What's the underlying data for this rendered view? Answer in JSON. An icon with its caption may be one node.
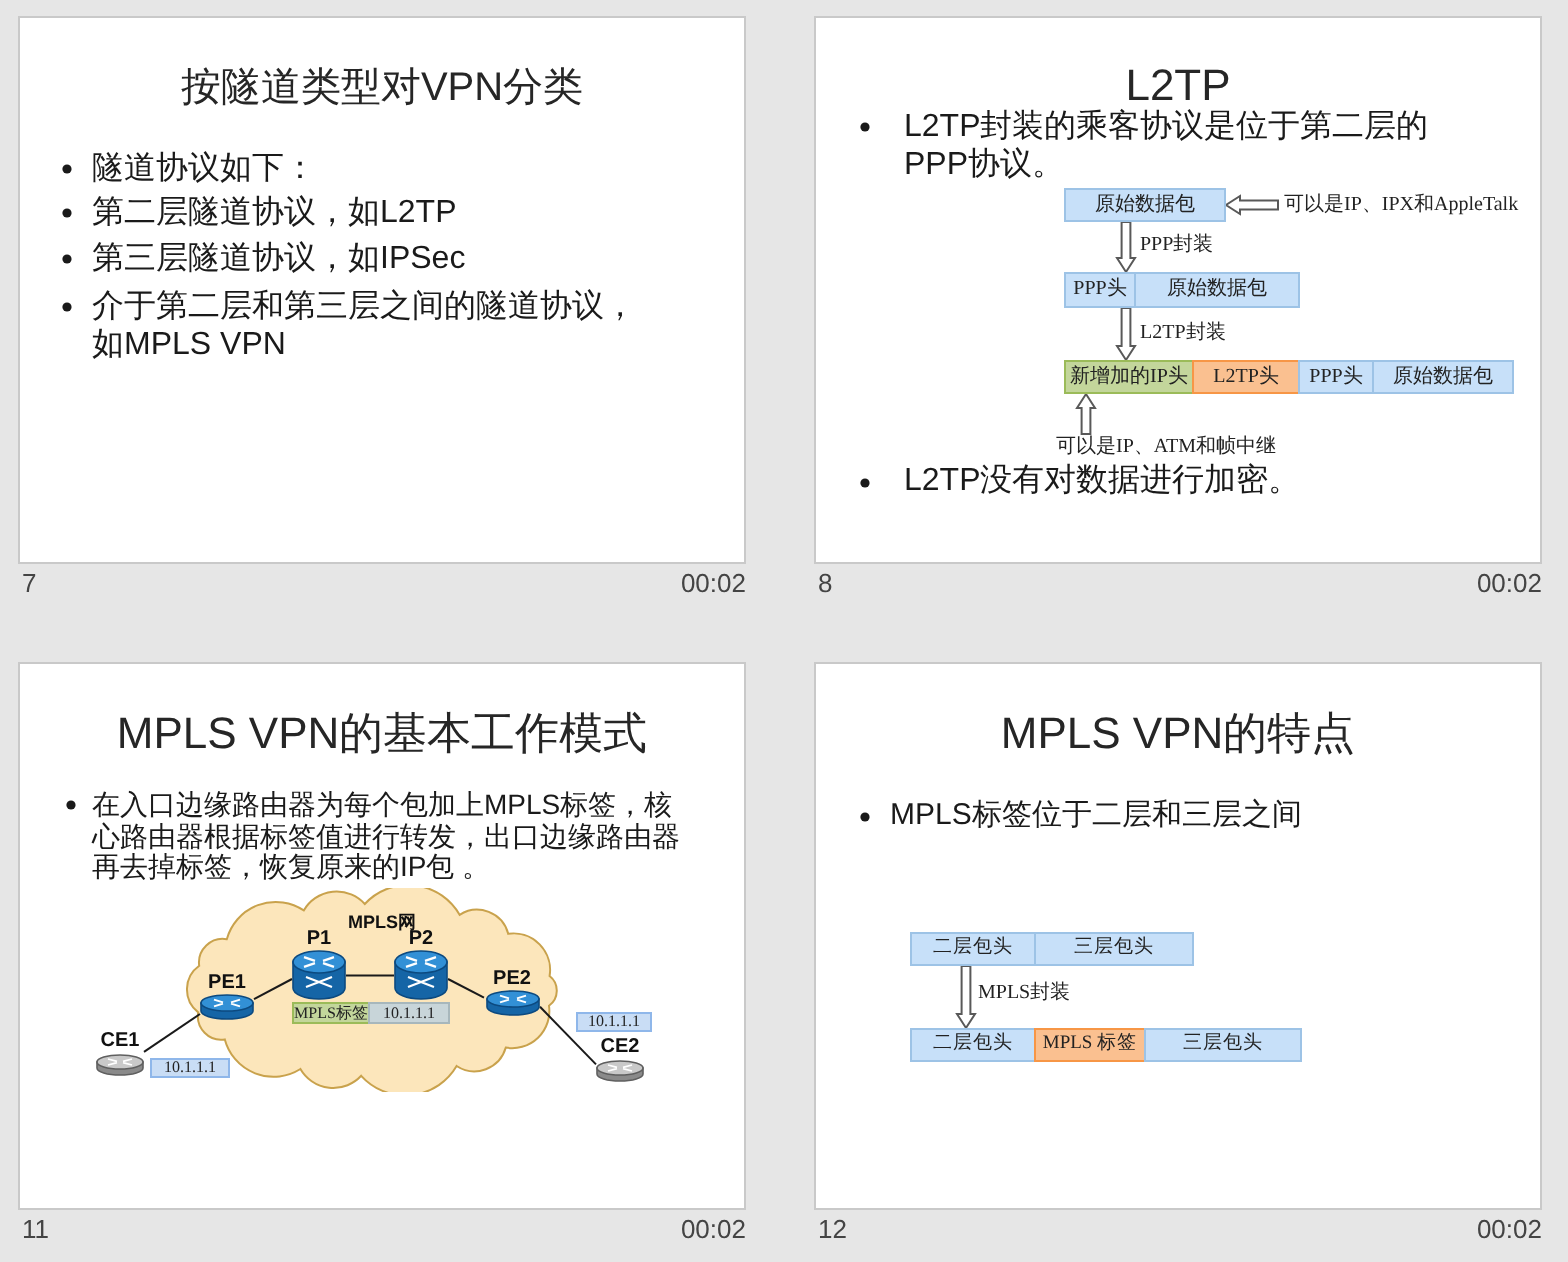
{
  "diagram": {
    "nodes": [
      {
        "text": [
          "按隧道类型对VPN分类",
          "隧道协议如下：",
          "第二层隧道协议，如L2TP",
          "第三层隧道协议，如IPSec",
          "介于第二层和第三层之间的隧道协议，如MPLS VPN"
        ],
        "beside": [
          "7",
          "00:02"
        ]
      },
      {
        "text": [
          "L2TP",
          "L2TP封装的乘客协议是位于第二层的PPP协议。",
          "L2TP没有对数据进行加密。"
        ],
        "beside": [
          "8",
          "00:02"
        ]
      },
      {
        "text": [
          "原始数据包"
        ],
        "in": 1
      },
      {
        "text": [
          "可以是IP、IPX和AppleTalk"
        ],
        "in": 1
      },
      {
        "text": [
          "PPP头"
        ],
        "in": 1
      },
      {
        "text": [
          "原始数据包"
        ],
        "in": 1
      },
      {
        "text": [
          "新增加的IP头"
        ],
        "in": 1
      },
      {
        "text": [
          "L2TP头"
        ],
        "in": 1
      },
      {
        "text": [
          "PPP头"
        ],
        "in": 1
      },
      {
        "text": [
          "原始数据包"
        ],
        "in": 1
      },
      {
        "text": [
          "可以是IP、ATM和帧中继"
        ],
        "in": 1
      },
      {
        "text": [
          "MPLS VPN的基本工作模式",
          "在入口边缘路由器为每个包加上MPLS标签，核心路由器根据标签值进行转发，出口边缘路由器再去掉标签，恢复原来的IP包 。"
        ],
        "beside": [
          "11",
          "00:02"
        ]
      },
      {
        "text": [
          "MPLS网"
        ],
        "in": 11
      },
      {
        "text": [
          "P1"
        ],
        "in": 12
      },
      {
        "text": [
          "P2"
        ],
        "in": 12
      },
      {
        "text": [
          "PE1"
        ],
        "in": 12
      },
      {
        "text": [
          "PE2"
        ],
        "in": 12
      },
      {
        "text": [
          "MPLS标签"
        ],
        "in": 12
      },
      {
        "text": [
          "10.1.1.1"
        ],
        "in": 12
      },
      {
        "text": [
          "CE1"
        ],
        "in": 11
      },
      {
        "text": [
          "10.1.1.1"
        ],
        "in": 11
      },
      {
        "text": [
          "10.1.1.1"
        ],
        "in": 11
      },
      {
        "text": [
          "CE2"
        ],
        "in": 11
      },
      {
        "text": [
          "MPLS VPN的特点",
          "MPLS标签位于二层和三层之间"
        ],
        "beside": [
          "12",
          "00:02"
        ]
      },
      {
        "text": [
          "二层包头"
        ],
        "in": 23
      },
      {
        "text": [
          "三层包头"
        ],
        "in": 23
      },
      {
        "text": [
          "二层包头"
        ],
        "in": 23
      },
      {
        "text": [
          "MPLS 标签"
        ],
        "in": 23
      },
      {
        "text": [
          "三层包头"
        ],
        "in": 23
      }
    ],
    "edges": [
      {
        "from": 3,
        "to": 2,
        "arrow": "to",
        "style": "thick"
      },
      {
        "from": 2,
        "to": 4,
        "arrow": "to",
        "style": "thick",
        "label": "PPP封装"
      },
      {
        "from": 4,
        "to": 6,
        "arrow": "to",
        "style": "thick",
        "label": "L2TP封装"
      },
      {
        "from": 10,
        "to": 6,
        "arrow": "to",
        "style": "thick"
      },
      {
        "from": 19,
        "to": 15,
        "arrow": "none"
      },
      {
        "from": 15,
        "to": 13,
        "arrow": "none"
      },
      {
        "from": 13,
        "to": 14,
        "arrow": "none"
      },
      {
        "from": 14,
        "to": 16,
        "arrow": "none"
      },
      {
        "from": 16,
        "to": 22,
        "arrow": "none"
      },
      {
        "from": 24,
        "to": 26,
        "arrow": "to",
        "style": "thick",
        "label": "MPLS封装"
      }
    ]
  }
}
